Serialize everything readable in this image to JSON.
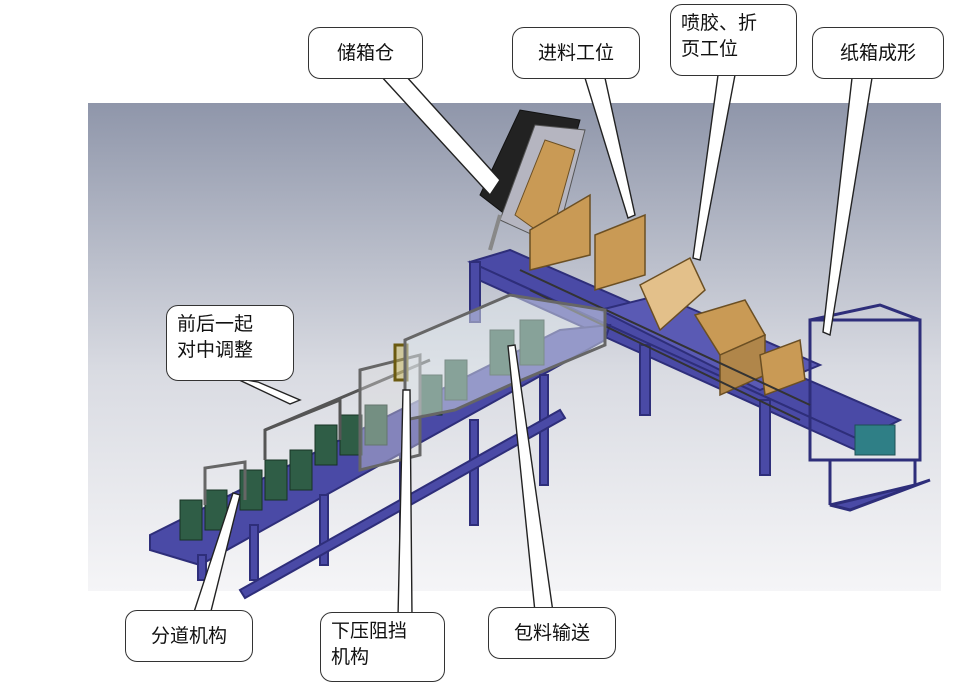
{
  "callouts": {
    "storage": "储箱仓",
    "feeding_station": "进料工位",
    "gluing_folding_station": "喷胶、折\n页工位",
    "carton_forming": "纸箱成形",
    "centering_adjust": "前后一起\n对中调整",
    "lane_divider": "分道机构",
    "press_stop": "下压阻挡\n机构",
    "wrap_conveyor": "包料输送"
  },
  "colors": {
    "frame": "#4a4aa6",
    "frame_dark": "#2e2e7a",
    "cardboard": "#c99a55",
    "cardboard_light": "#e3c08a",
    "bottle": "#2f5d46",
    "background_top": "#8f96aa",
    "background_bottom": "#f5f5f7",
    "motor": "#2f7f86"
  }
}
